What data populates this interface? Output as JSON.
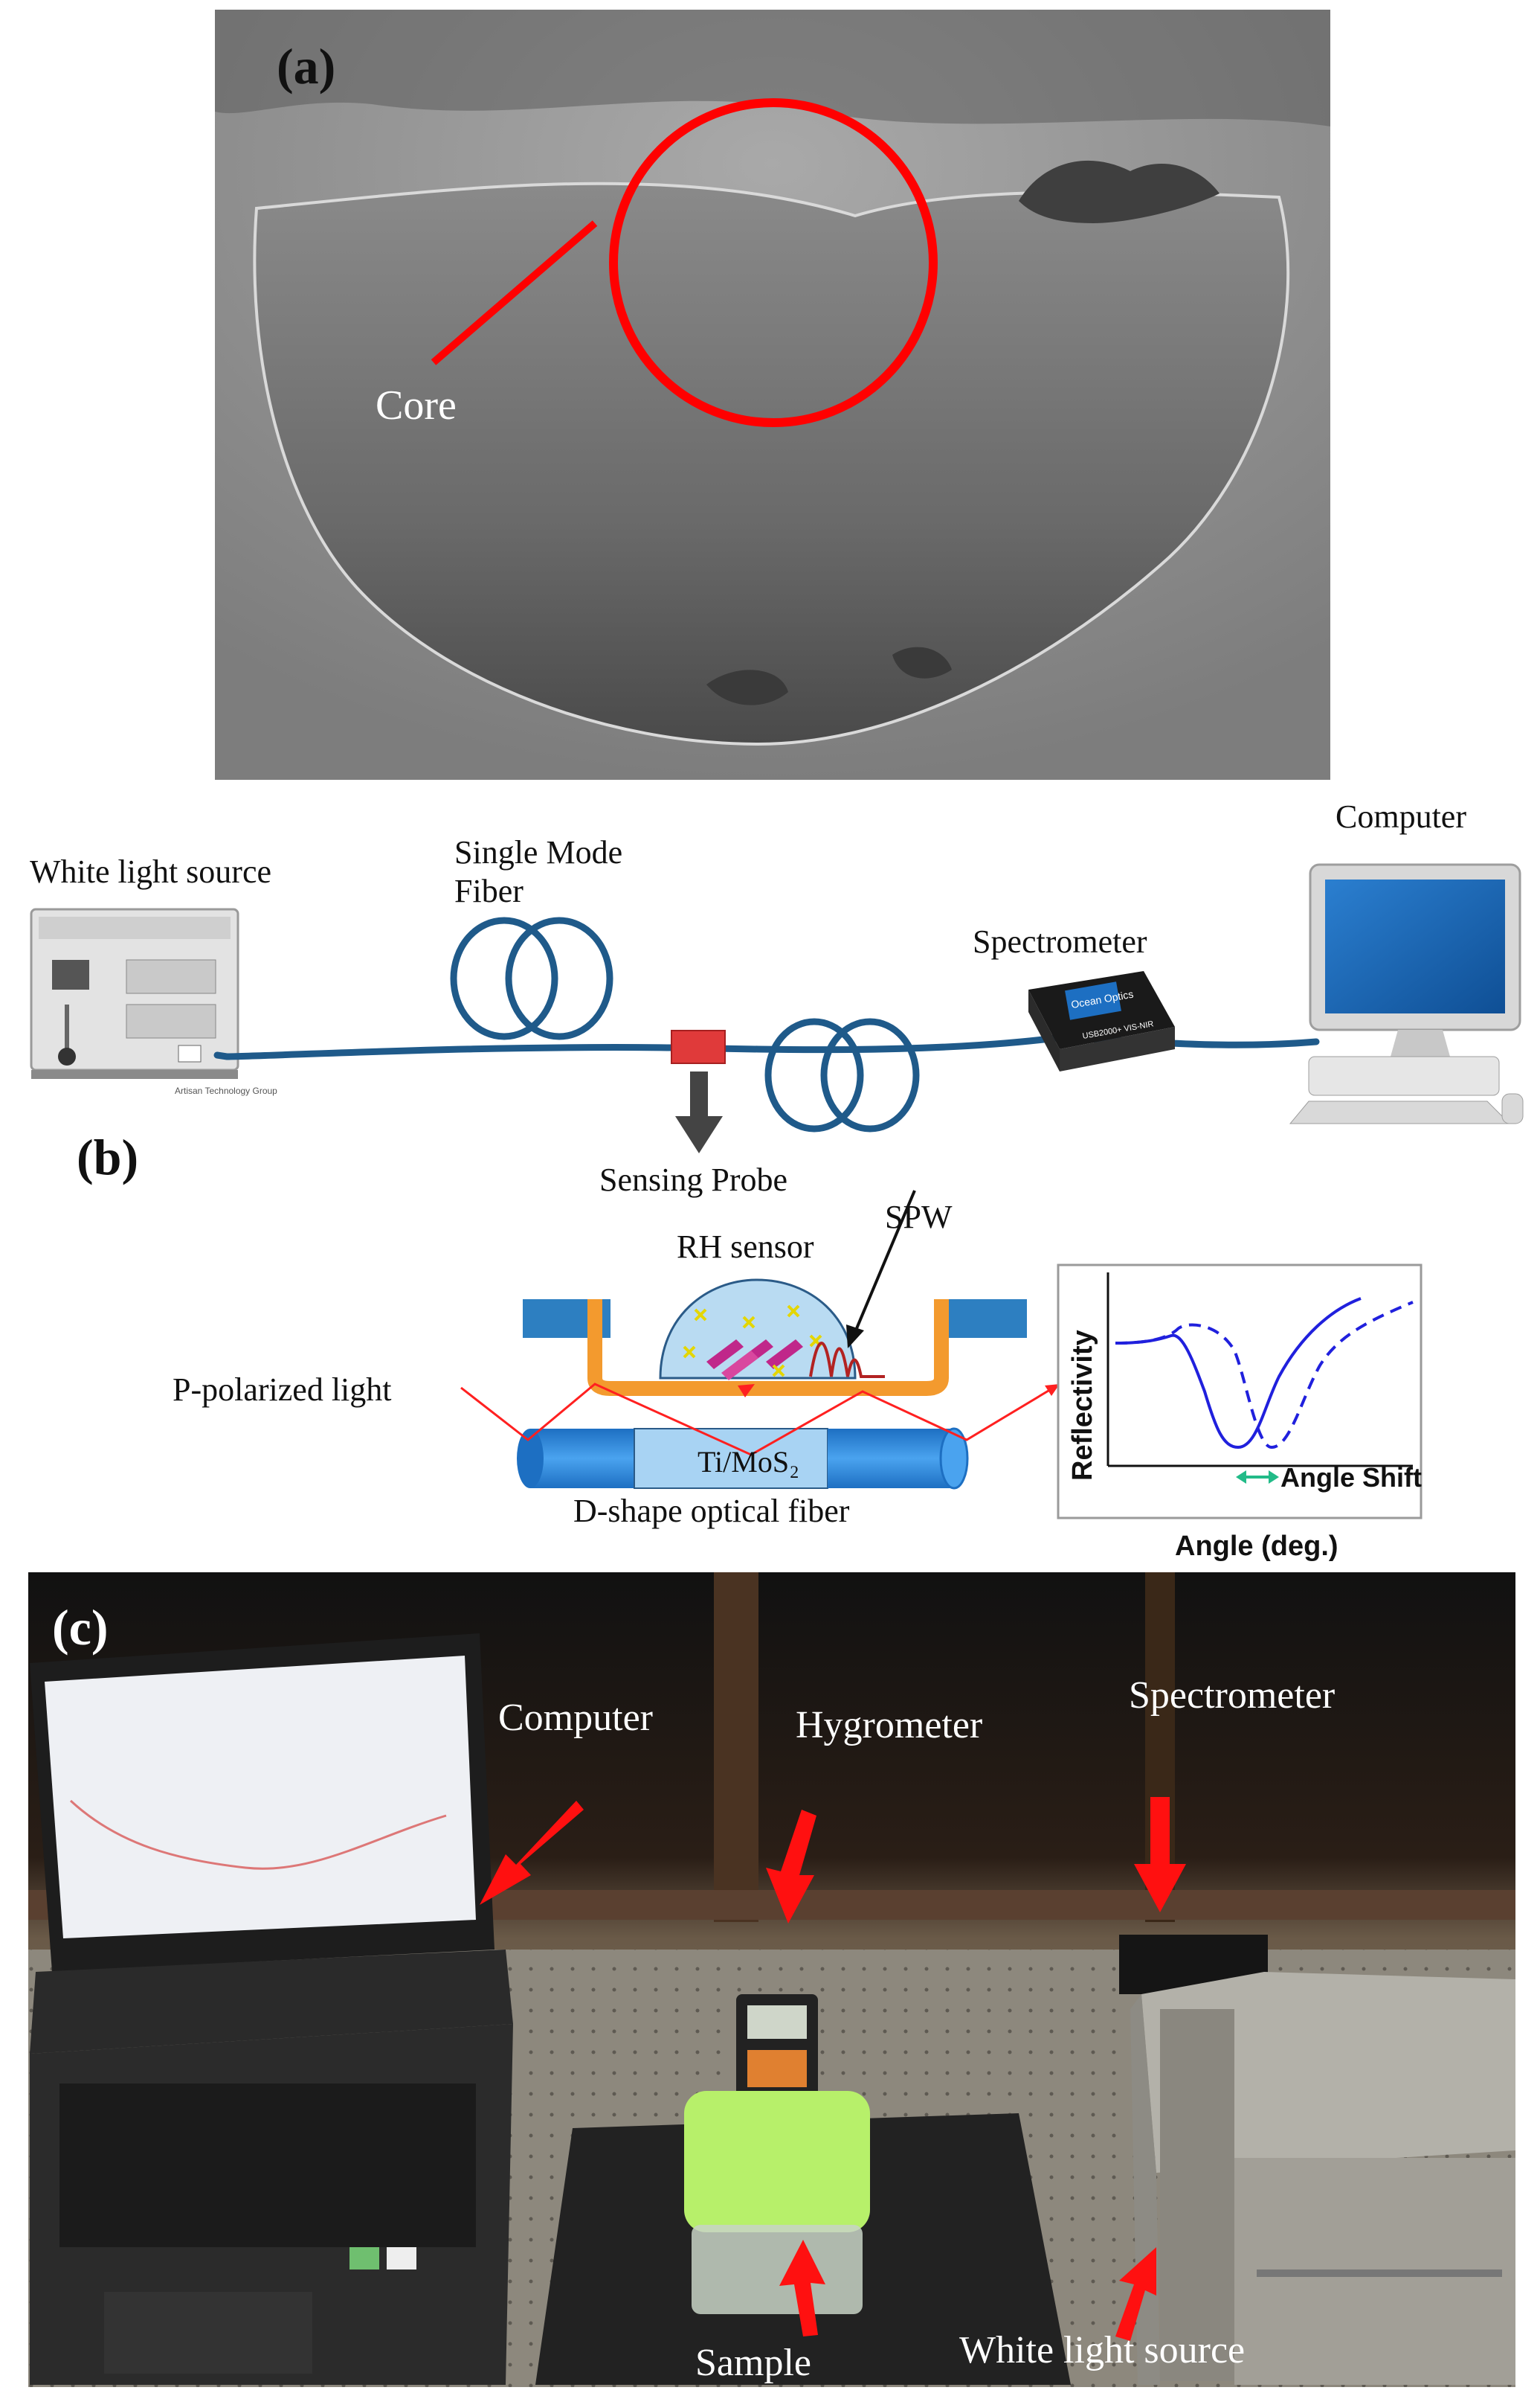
{
  "panel_a": {
    "label": "(a)",
    "core_label": "Core"
  },
  "panel_b": {
    "label": "(b)",
    "white_light_source": "White light source",
    "single_mode_fiber_line1": "Single Mode",
    "single_mode_fiber_line2": "Fiber",
    "spectrometer": "Spectrometer",
    "computer": "Computer",
    "sensing_probe": "Sensing Probe",
    "rh_sensor": "RH sensor",
    "spw": "SPW",
    "p_polarized_light": "P-polarized light",
    "ti_mos2": "Ti/MoS₂",
    "d_shape_fiber": "D-shape optical fiber",
    "source_device_note": "Artisan Technology Group",
    "spectrometer_brand": "Ocean Optics",
    "spectrometer_model": "USB2000+ VIS-NIR",
    "inset": {
      "ylabel": "Reflectivity",
      "xlabel": "Angle (deg.)",
      "annotation": "Angle Shift"
    }
  },
  "panel_c": {
    "label": "(c)",
    "computer": "Computer",
    "hygrometer": "Hygrometer",
    "spectrometer": "Spectrometer",
    "sample": "Sample",
    "white_light_source": "White light source"
  },
  "colors": {
    "annotation_red": "#ff0000",
    "fiber_blue": "#1f5a8a",
    "probe_red": "#e03a3a",
    "sensor_orange": "#f39a2e",
    "fiber_body": "#3d8fd9",
    "curve_blue": "#2020dd",
    "shift_green": "#22bb88"
  }
}
